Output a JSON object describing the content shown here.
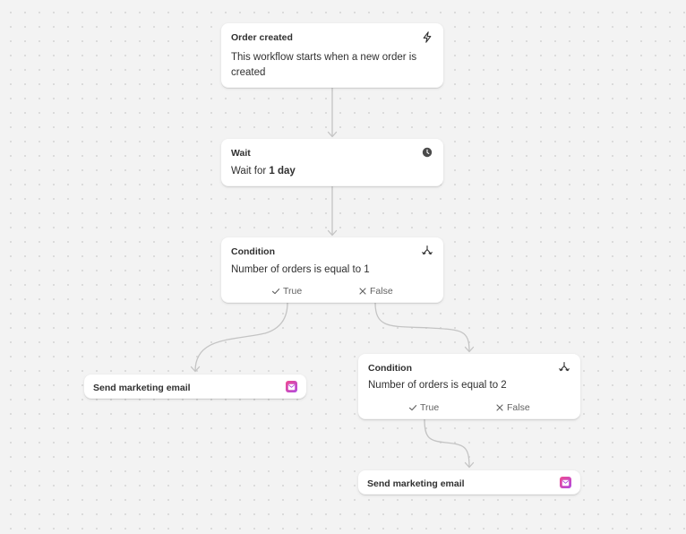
{
  "nodes": {
    "order_created": {
      "title": "Order created",
      "icon": "lightning-icon",
      "description": "This workflow starts when a new order is created"
    },
    "wait": {
      "title": "Wait",
      "icon": "clock-icon",
      "text_prefix": "Wait for ",
      "duration": "1 day"
    },
    "condition_1": {
      "title": "Condition",
      "icon": "branch-icon",
      "description": "Number of orders is equal to 1",
      "true_label": "True",
      "false_label": "False"
    },
    "email_1": {
      "title": "Send marketing email",
      "icon": "email-app-icon"
    },
    "condition_2": {
      "title": "Condition",
      "icon": "branch-icon",
      "description": "Number of orders is equal to 2",
      "true_label": "True",
      "false_label": "False"
    },
    "email_2": {
      "title": "Send marketing email",
      "icon": "email-app-icon"
    }
  },
  "colors": {
    "canvas_bg": "#f3f3f3",
    "grid_dot": "#d9d9d9",
    "connector": "#c4c4c4",
    "card_bg": "#ffffff",
    "text": "#303030",
    "muted_text": "#616161"
  }
}
